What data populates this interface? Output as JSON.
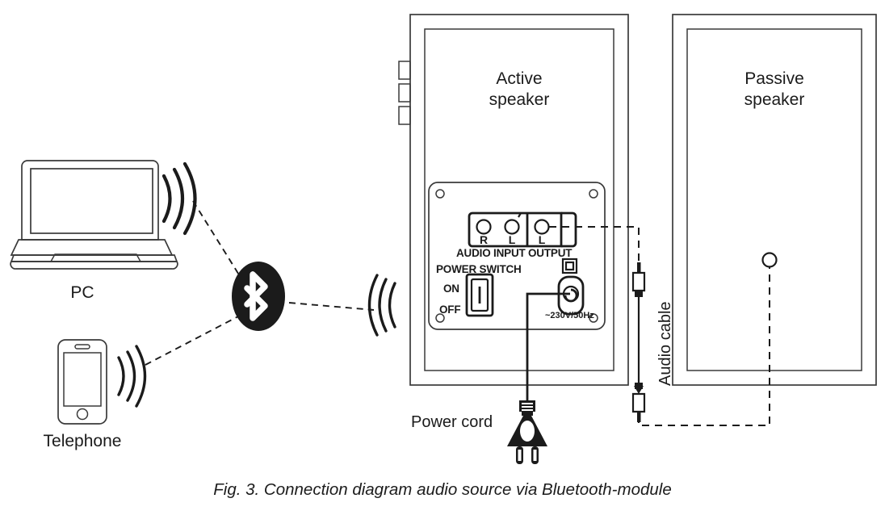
{
  "figure": {
    "caption": "Fig. 3. Connection diagram audio source via Bluetooth-module"
  },
  "sources": {
    "pc": {
      "label": "PC",
      "icon": "laptop-icon",
      "signal_icon": "wireless-waves-icon"
    },
    "telephone": {
      "label": "Telephone",
      "icon": "smartphone-icon",
      "signal_icon": "wireless-waves-icon"
    }
  },
  "bluetooth": {
    "icon": "bluetooth-icon",
    "badge_color": "#1b1b1b",
    "glyph_color": "#ffffff"
  },
  "speakers": {
    "active": {
      "title_line1": "Active",
      "title_line2": "speaker",
      "signal_icon": "wireless-waves-icon"
    },
    "passive": {
      "title_line1": "Passive",
      "title_line2": "speaker",
      "terminal_icon": "terminal-port-icon"
    }
  },
  "panel": {
    "audio_input_label": "AUDIO INPUT",
    "output_label": "OUTPUT",
    "jacks": [
      {
        "name": "R",
        "group": "audio-input"
      },
      {
        "name": "L",
        "group": "audio-input"
      },
      {
        "name": "L",
        "group": "output"
      }
    ],
    "power_switch": {
      "title": "POWER SWITCH",
      "on_label": "ON",
      "off_label": "OFF",
      "state_marking": "I"
    },
    "mains": {
      "voltage_label": "~230V/50Hz",
      "class_symbol": "class-ii-double-insulation-icon",
      "socket_icon": "ac-inlet-icon"
    }
  },
  "cables": {
    "power_cord": {
      "label": "Power cord",
      "plug_icon": "europlug-icon"
    },
    "audio_cable": {
      "label": "Audio cable",
      "plug_icon": "trs-35mm-plug-icon"
    }
  },
  "colors": {
    "line": "#1b1b1b",
    "outline": "#3a3a3a",
    "background": "#ffffff"
  }
}
